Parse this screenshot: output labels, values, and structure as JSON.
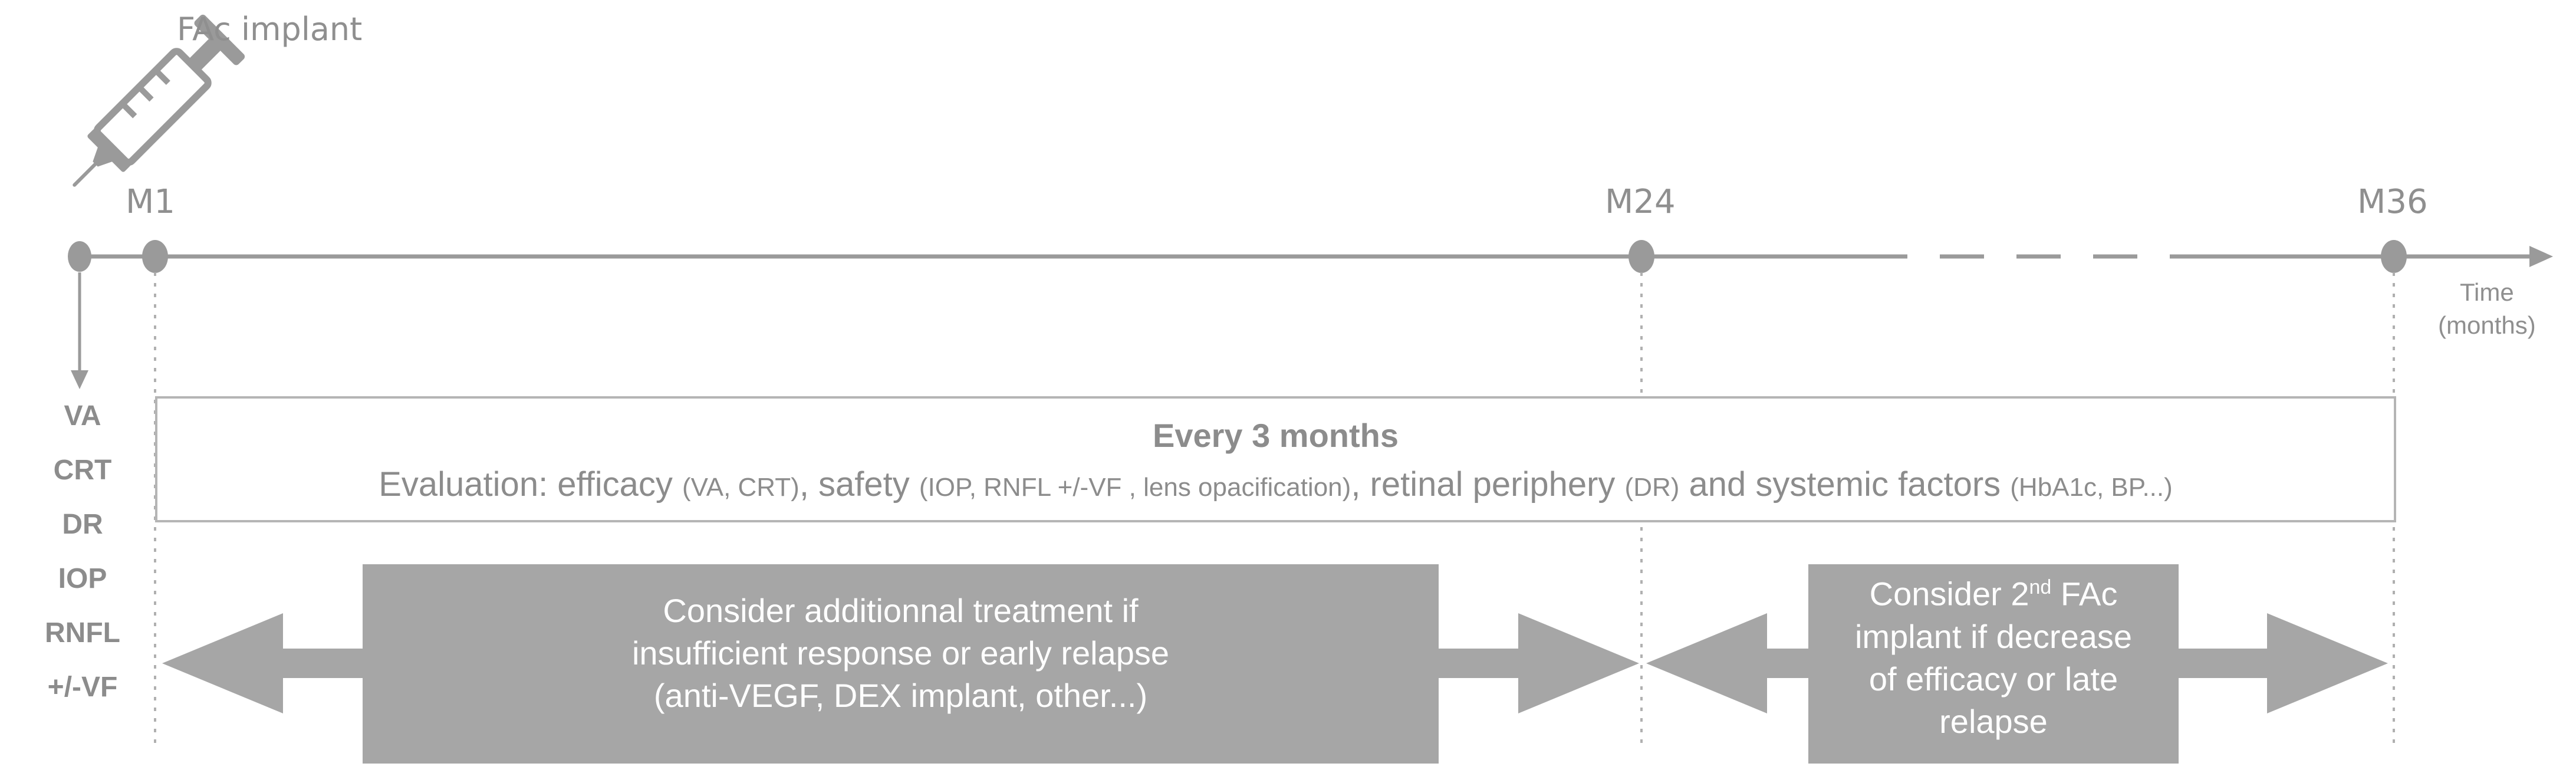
{
  "implant_label": "FAc implant",
  "milestones": [
    {
      "label": "M1"
    },
    {
      "label": "M24"
    },
    {
      "label": "M36"
    }
  ],
  "time_axis": {
    "line1": "Time",
    "line2": "(months)"
  },
  "baseline_parameters": [
    "VA",
    "CRT",
    "DR",
    "IOP",
    "RNFL",
    "+/-VF"
  ],
  "evaluation": {
    "title": "Every 3 months",
    "segments": [
      {
        "text": "Evaluation: efficacy ",
        "small": false
      },
      {
        "text": "(VA, CRT)",
        "small": true
      },
      {
        "text": ", safety ",
        "small": false
      },
      {
        "text": "(IOP, RNFL +/-VF , lens opacification)",
        "small": true
      },
      {
        "text": ", retinal periphery ",
        "small": false
      },
      {
        "text": "(DR)",
        "small": true
      },
      {
        "text": " and systemic factors ",
        "small": false
      },
      {
        "text": "(HbA1c, BP...)",
        "small": true
      }
    ]
  },
  "arrow_left": {
    "lines": [
      "Consider additionnal treatment if",
      "insufficient response or early relapse",
      "(anti-VEGF, DEX implant, other...)"
    ]
  },
  "arrow_right": {
    "line1_prefix": "Consider 2",
    "line1_sup": "nd",
    "line1_suffix": " FAc",
    "lines": [
      "implant if decrease",
      "of efficacy or late",
      "relapse"
    ]
  },
  "colors": {
    "gray": "#9e9e9e",
    "light_gray": "#b5b5b5",
    "text_gray": "#8c8c8c"
  }
}
